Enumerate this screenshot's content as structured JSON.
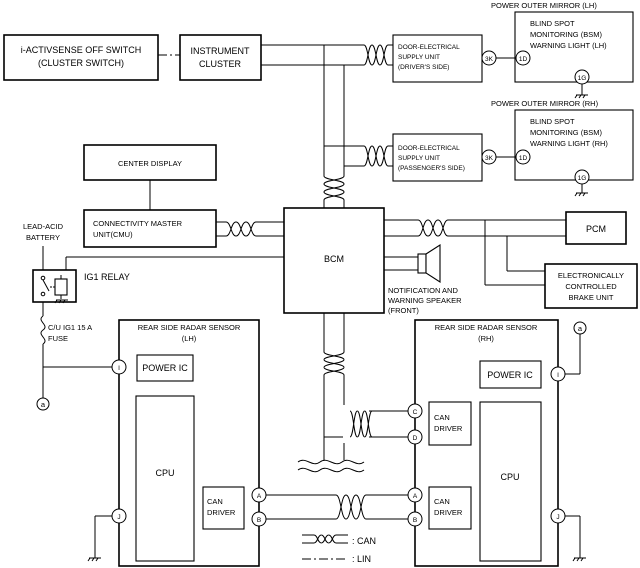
{
  "components": {
    "iactivsense": [
      "i-ACTIVSENSE OFF SWITCH",
      "(CLUSTER SWITCH)"
    ],
    "instrument": [
      "INSTRUMENT",
      "CLUSTER"
    ],
    "door_drv": [
      "DOOR-ELECTRICAL",
      "SUPPLY UNIT",
      "(DRIVER'S SIDE)"
    ],
    "door_pas": [
      "DOOR-ELECTRICAL",
      "SUPPLY UNIT",
      "(PASSENGER'S SIDE)"
    ],
    "mirror_lh_title": "POWER OUTER MIRROR (LH)",
    "mirror_rh_title": "POWER OUTER MIRROR (RH)",
    "bsm_lh": [
      "BLIND SPOT",
      "MONITORING (BSM)",
      "WARNING LIGHT (LH)"
    ],
    "bsm_rh": [
      "BLIND SPOT",
      "MONITORING (BSM)",
      "WARNING LIGHT (RH)"
    ],
    "center_display": "CENTER DISPLAY",
    "cmu": [
      "CONNECTIVITY MASTER",
      "UNIT(CMU)"
    ],
    "bcm": "BCM",
    "pcm": "PCM",
    "brake": [
      "ELECTRONICALLY",
      "CONTROLLED",
      "BRAKE UNIT"
    ],
    "speaker": [
      "NOTIFICATION AND",
      "WARNING SPEAKER",
      "(FRONT)"
    ],
    "battery": [
      "LEAD-ACID",
      "BATTERY"
    ],
    "ig1_relay": "IG1 RELAY",
    "fuse": [
      "C/U IG1 15 A",
      "FUSE"
    ],
    "radar_lh": [
      "REAR SIDE RADAR SENSOR",
      "(LH)"
    ],
    "radar_rh": [
      "REAR SIDE RADAR SENSOR",
      "(RH)"
    ],
    "power_ic": "POWER IC",
    "cpu": "CPU",
    "can_driver": [
      "CAN",
      "DRIVER"
    ]
  },
  "pins": {
    "k3": "3K",
    "d1": "1D",
    "g1": "1G",
    "a": "A",
    "b": "B",
    "c": "C",
    "d": "D",
    "i": "I",
    "j": "J",
    "conn_a": "a"
  },
  "legend": {
    "can": ": CAN",
    "lin": ": LIN"
  }
}
